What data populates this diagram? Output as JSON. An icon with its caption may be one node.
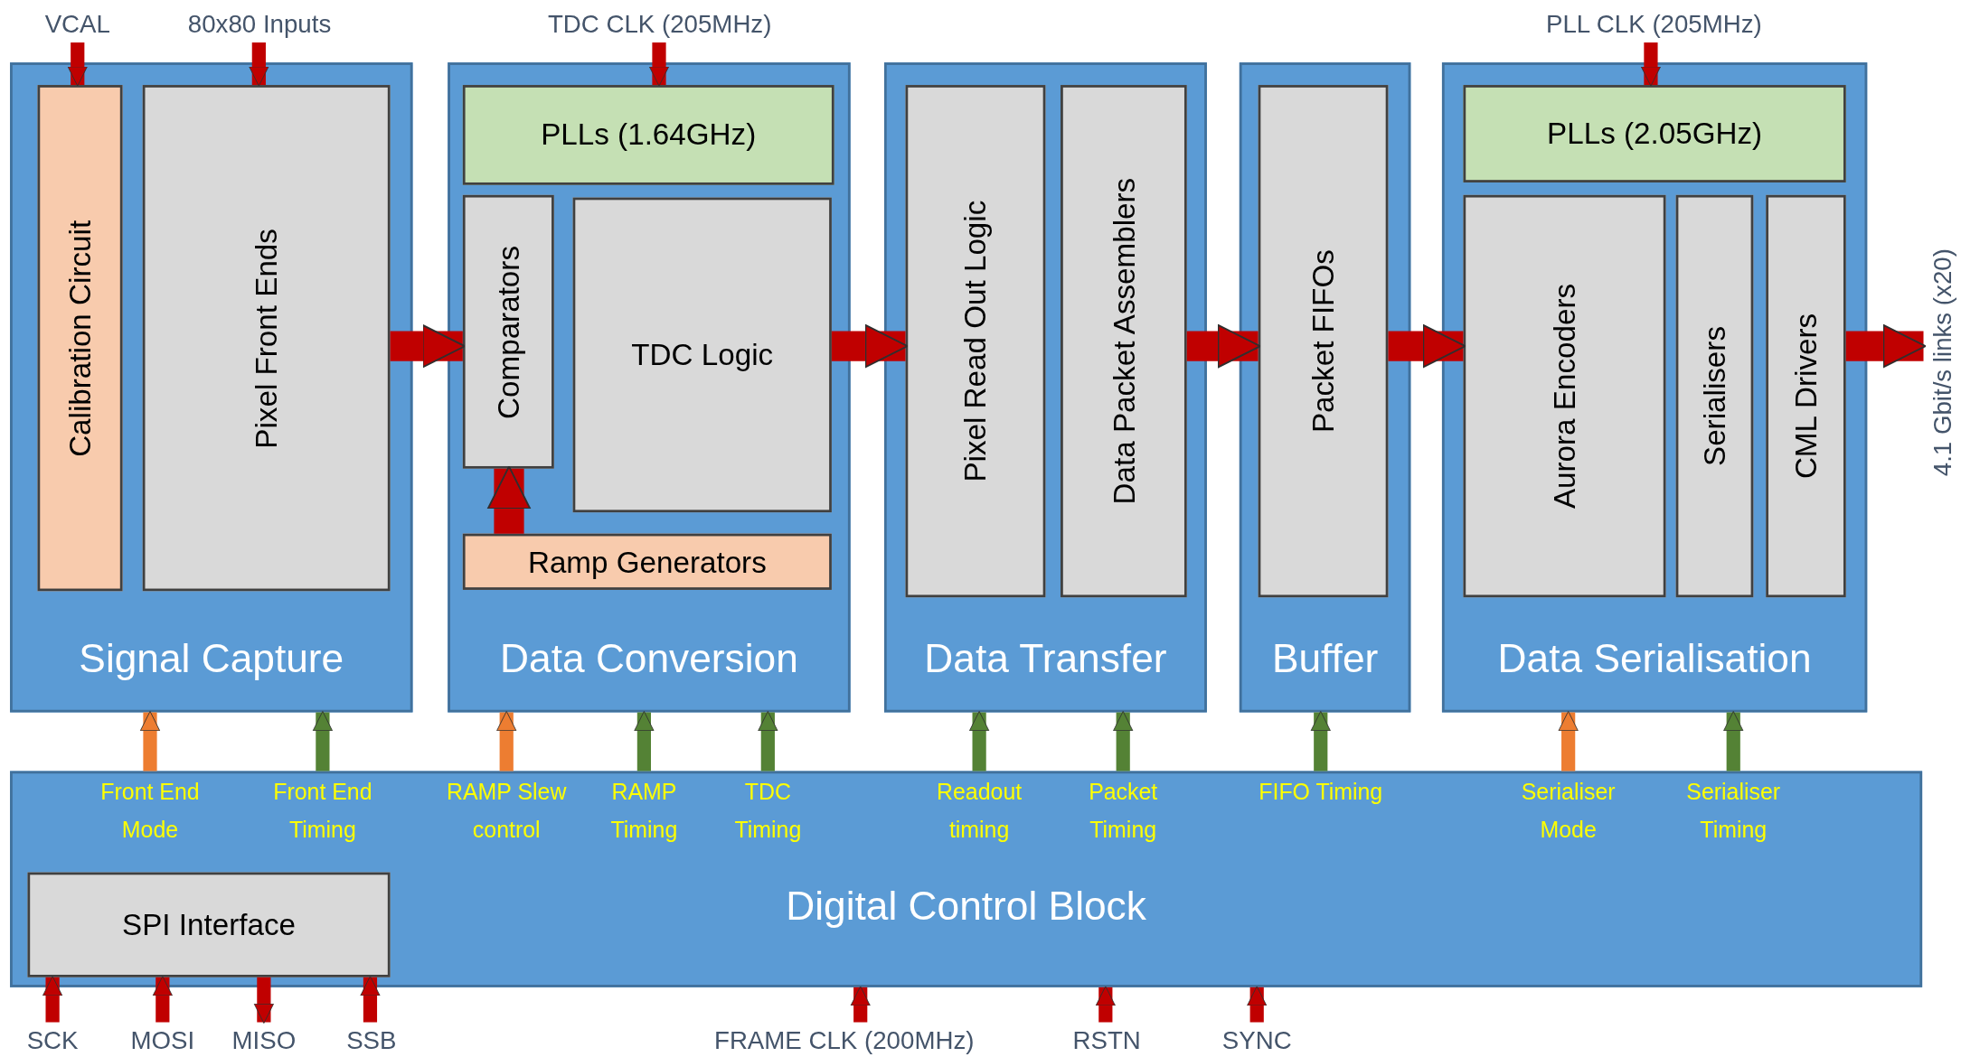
{
  "diagram": {
    "nodes": [
      {
        "text": [
          "Signal Capture"
        ]
      },
      {
        "text": [
          "Calibration Circuit"
        ],
        "in": 0
      },
      {
        "text": [
          "Pixel Front Ends"
        ],
        "in": 0
      },
      {
        "text": [
          "Data Conversion"
        ]
      },
      {
        "text": [
          "PLLs (1.64GHz)"
        ],
        "in": 3
      },
      {
        "text": [
          "Comparators"
        ],
        "in": 3
      },
      {
        "text": [
          "TDC Logic"
        ],
        "in": 3
      },
      {
        "text": [
          "Ramp Generators"
        ],
        "in": 3
      },
      {
        "text": [
          "Data Transfer"
        ]
      },
      {
        "text": [
          "Pixel Read Out Logic"
        ],
        "in": 8
      },
      {
        "text": [
          "Data Packet Assemblers"
        ],
        "in": 8
      },
      {
        "text": [
          "Buffer"
        ]
      },
      {
        "text": [
          "Packet FIFOs"
        ],
        "in": 11
      },
      {
        "text": [
          "Data Serialisation"
        ]
      },
      {
        "text": [
          "PLLs (2.05GHz)"
        ],
        "in": 13
      },
      {
        "text": [
          "Aurora Encoders"
        ],
        "in": 13
      },
      {
        "text": [
          "Serialisers"
        ],
        "in": 13
      },
      {
        "text": [
          "CML Drivers"
        ],
        "in": 13
      },
      {
        "text": [
          "Digital Control Block"
        ]
      },
      {
        "text": [
          "SPI Interface"
        ],
        "in": 18
      },
      {
        "text": [
          "VCAL"
        ]
      },
      {
        "text": [
          "80x80 Inputs"
        ]
      },
      {
        "text": [
          "TDC CLK (205MHz)"
        ]
      },
      {
        "text": [
          "PLL CLK (205MHz)"
        ]
      },
      {
        "text": [
          "4.1 Gbit/s  links (x20)"
        ]
      },
      {
        "text": [
          "SCK"
        ]
      },
      {
        "text": [
          "MOSI"
        ]
      },
      {
        "text": [
          "MISO"
        ]
      },
      {
        "text": [
          "SSB"
        ]
      },
      {
        "text": [
          "FRAME CLK (200MHz)"
        ]
      },
      {
        "text": [
          "RSTN"
        ]
      },
      {
        "text": [
          "SYNC"
        ]
      }
    ],
    "edges": [
      {
        "from": 20,
        "to": 1,
        "arrow": "to"
      },
      {
        "from": 21,
        "to": 2,
        "arrow": "to"
      },
      {
        "from": 22,
        "to": 4,
        "arrow": "to"
      },
      {
        "from": 23,
        "to": 14,
        "arrow": "to"
      },
      {
        "from": 2,
        "to": 5,
        "arrow": "to",
        "style": "thick"
      },
      {
        "from": 7,
        "to": 5,
        "arrow": "to",
        "style": "thick"
      },
      {
        "from": 6,
        "to": 9,
        "arrow": "to",
        "style": "thick"
      },
      {
        "from": 10,
        "to": 12,
        "arrow": "to",
        "style": "thick"
      },
      {
        "from": 12,
        "to": 15,
        "arrow": "to",
        "style": "thick"
      },
      {
        "from": 17,
        "to": 24,
        "arrow": "to",
        "style": "thick"
      },
      {
        "from": 18,
        "to": 0,
        "arrow": "to",
        "label": "Front End Mode",
        "color": "#ed7d31"
      },
      {
        "from": 18,
        "to": 0,
        "arrow": "to",
        "label": "Front End Timing",
        "color": "#548235"
      },
      {
        "from": 18,
        "to": 3,
        "arrow": "to",
        "label": "RAMP Slew control",
        "color": "#ed7d31"
      },
      {
        "from": 18,
        "to": 3,
        "arrow": "to",
        "label": "RAMP Timing",
        "color": "#548235"
      },
      {
        "from": 18,
        "to": 3,
        "arrow": "to",
        "label": "TDC Timing",
        "color": "#548235"
      },
      {
        "from": 18,
        "to": 8,
        "arrow": "to",
        "label": "Readout timing",
        "color": "#548235"
      },
      {
        "from": 18,
        "to": 8,
        "arrow": "to",
        "label": "Packet Timing",
        "color": "#548235"
      },
      {
        "from": 18,
        "to": 11,
        "arrow": "to",
        "label": "FIFO Timing",
        "color": "#548235"
      },
      {
        "from": 18,
        "to": 13,
        "arrow": "to",
        "label": "Serialiser Mode",
        "color": "#ed7d31"
      },
      {
        "from": 18,
        "to": 13,
        "arrow": "to",
        "label": "Serialiser Timing",
        "color": "#548235"
      },
      {
        "from": 25,
        "to": 19,
        "arrow": "to"
      },
      {
        "from": 26,
        "to": 19,
        "arrow": "to"
      },
      {
        "from": 19,
        "to": 27,
        "arrow": "to"
      },
      {
        "from": 28,
        "to": 19,
        "arrow": "to"
      },
      {
        "from": 29,
        "to": 18,
        "arrow": "to"
      },
      {
        "from": 30,
        "to": 18,
        "arrow": "to"
      },
      {
        "from": 31,
        "to": 18,
        "arrow": "to"
      }
    ]
  }
}
